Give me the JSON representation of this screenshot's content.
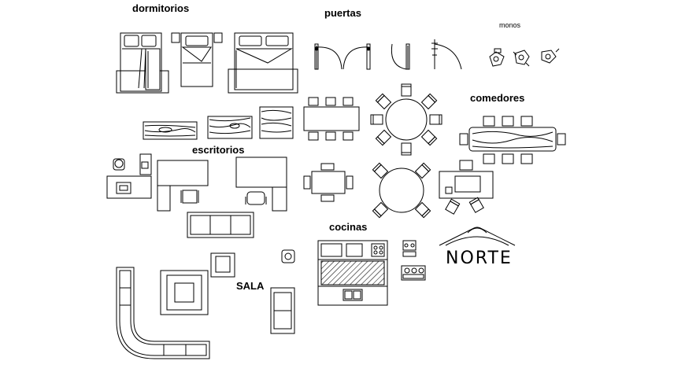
{
  "labels": {
    "dormitorios": "dormitorios",
    "puertas": "puertas",
    "monos": "monos",
    "comedores": "comedores",
    "escritorios": "escritorios",
    "cocinas": "cocinas",
    "sala": "SALA",
    "norte": "NORTE"
  }
}
